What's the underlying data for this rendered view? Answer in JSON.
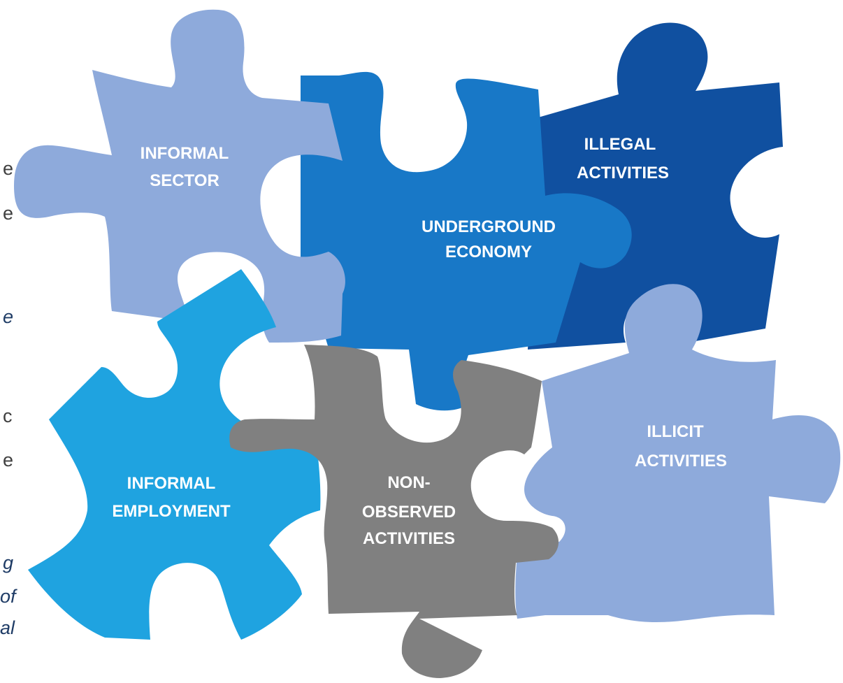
{
  "margin_text": [
    "e",
    "e",
    "e",
    "c",
    "e",
    "g",
    "of",
    "al"
  ],
  "colors": {
    "light_blue": "#8eaadb",
    "mid_blue": "#1878c7",
    "dark_blue": "#1050a0",
    "cyan": "#1fa3e0",
    "gray": "#808080"
  },
  "pieces": [
    {
      "name": "informal-sector",
      "lines": [
        "INFORMAL",
        "SECTOR"
      ]
    },
    {
      "name": "underground-economy",
      "lines": [
        "UNDERGROUND",
        "ECONOMY"
      ]
    },
    {
      "name": "illegal-activities",
      "lines": [
        "ILLEGAL",
        "ACTIVITIES"
      ]
    },
    {
      "name": "informal-employment",
      "lines": [
        "INFORMAL",
        "EMPLOYMENT"
      ]
    },
    {
      "name": "non-observed-activities",
      "lines": [
        "NON-",
        "OBSERVED",
        "ACTIVITIES"
      ]
    },
    {
      "name": "illicit-activities",
      "lines": [
        "ILLICIT",
        "ACTIVITIES"
      ]
    }
  ]
}
